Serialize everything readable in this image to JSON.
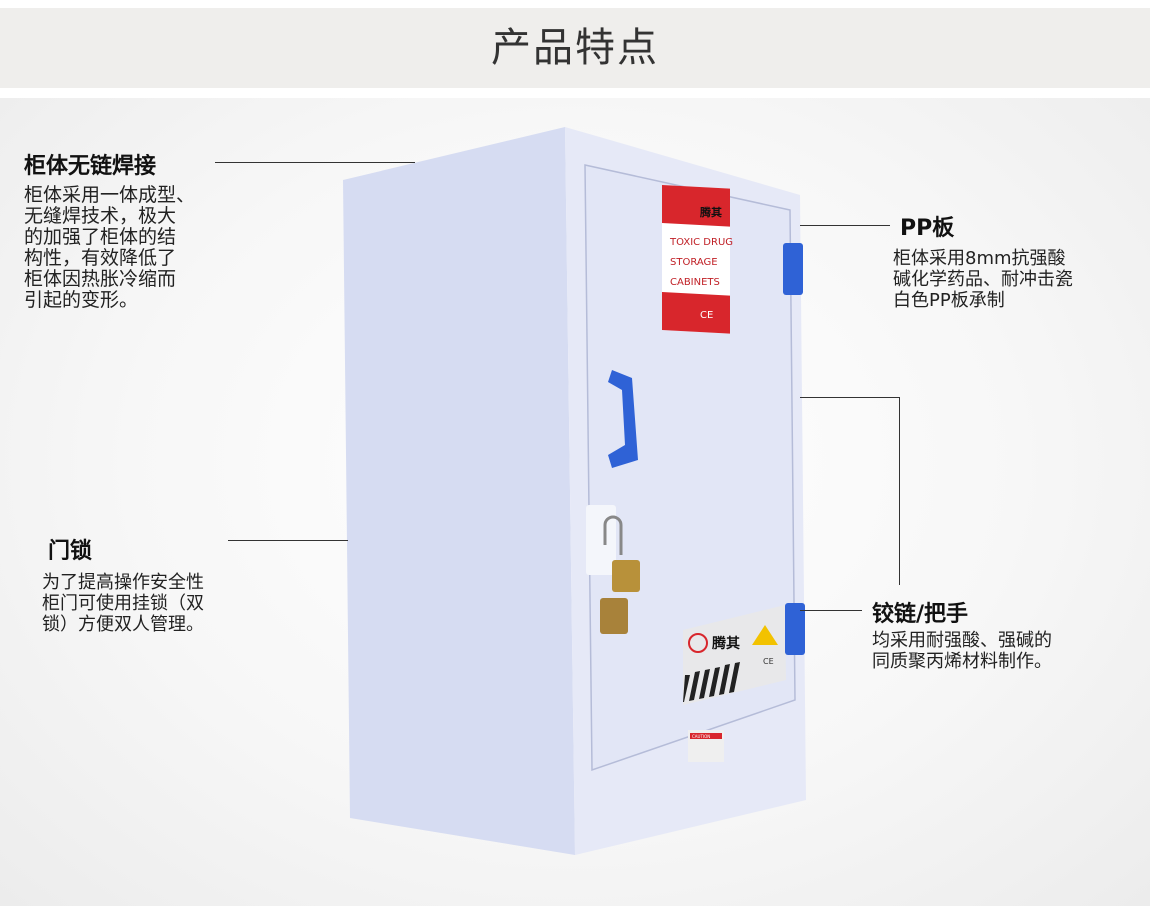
{
  "header": {
    "title": "产品特点"
  },
  "features": [
    {
      "title": "柜体无链焊接",
      "desc": "柜体采用一体成型、\n无缝焊技术，极大\n的加强了柜体的结\n构性，有效降低了\n柜体因热胀冷缩而\n引起的变形。"
    },
    {
      "title": "PP板",
      "desc": "柜体采用8mm抗强酸\n碱化学药品、耐冲击瓷\n白色PP板承制"
    },
    {
      "title": "门锁",
      "desc": "为了提高操作安全性\n柜门可使用挂锁（双\n锁）方便双人管理。"
    },
    {
      "title": "铰链/把手",
      "desc": "均采用耐强酸、强碱的\n同质聚丙烯材料制作。"
    }
  ],
  "cabinet": {
    "top_label": {
      "brand": "腾其",
      "lines": [
        "TOXIC DRUG",
        "STORAGE",
        "CABINETS"
      ],
      "ce": "CE"
    },
    "bottom_label": {
      "brand": "腾其",
      "ce": "CE"
    },
    "caution": "CAUTION",
    "colors": {
      "body": "#dfe3f5",
      "accent": "#2f62d6",
      "label_red": "#d8262c"
    }
  }
}
